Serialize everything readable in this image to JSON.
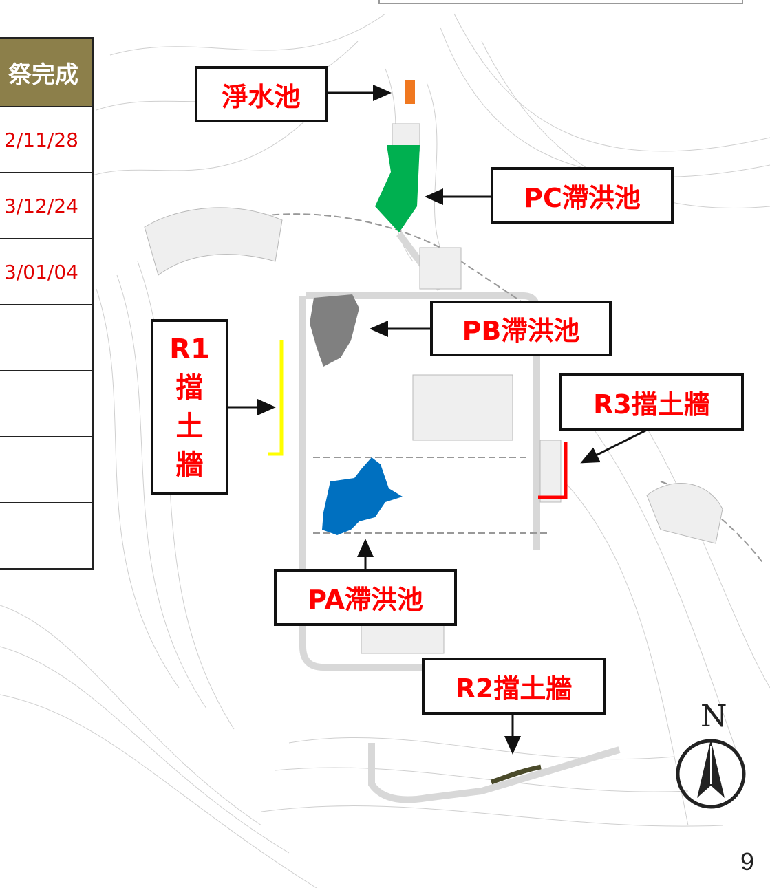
{
  "table": {
    "header": "祭完成",
    "rows": [
      "2/11/28",
      "3/12/24",
      "3/01/04",
      "",
      "",
      "",
      ""
    ]
  },
  "labels": {
    "clean_water_pool": "淨水池",
    "pc_pond": "PC滯洪池",
    "pb_pond": "PB滯洪池",
    "pa_pond": "PA滯洪池",
    "r1_chars": [
      "R1",
      "擋",
      "土",
      "牆"
    ],
    "r3_wall": "R3擋土牆",
    "r2_wall": "R2擋土牆"
  },
  "north_label": "N",
  "page_number": "9",
  "colors": {
    "label_text": "#ff0000",
    "table_header_bg": "#8c7f4a",
    "pc_pond": "#00b050",
    "pb_pond": "#808080",
    "pa_pond": "#0070c0",
    "clean_water_pool": "#f07820",
    "r1_wall": "#ffff00",
    "r3_wall": "#ff0000",
    "r2_wall": "#4a4a2a"
  }
}
